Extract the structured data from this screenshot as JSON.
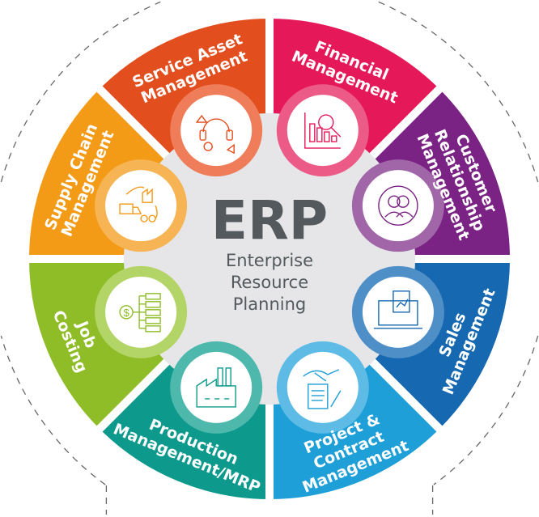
{
  "center": {
    "title": "ERP",
    "subtitle_lines": [
      "Enterprise",
      "Resource",
      "Planning"
    ],
    "background": "#e6e6e8"
  },
  "modules": [
    {
      "id": "service-asset-management",
      "lines": [
        "Service Asset",
        "Management"
      ],
      "color": "#e34e1f",
      "ring": "#ef7d5a",
      "icon": "headset-gear-icon",
      "angle": -112.5
    },
    {
      "id": "financial-management",
      "lines": [
        "Financial",
        "Management"
      ],
      "color": "#e5185a",
      "ring": "#ec5a87",
      "icon": "bar-chart-magnifier-icon",
      "angle": -67.5
    },
    {
      "id": "customer-relationship-management",
      "lines": [
        "Customer",
        "Relationship",
        "Management"
      ],
      "color": "#7b2384",
      "ring": "#a066a8",
      "icon": "users-cycle-icon",
      "angle": -22.5
    },
    {
      "id": "sales-management",
      "lines": [
        "Sales",
        "Management"
      ],
      "color": "#1668b0",
      "ring": "#4e8fc8",
      "icon": "laptop-sales-report-icon",
      "angle": 22.5
    },
    {
      "id": "project-contract-management",
      "lines": [
        "Project &",
        "Contract",
        "Management"
      ],
      "color": "#1e9fd8",
      "ring": "#5dbbe5",
      "icon": "handshake-contract-icon",
      "angle": 67.5
    },
    {
      "id": "production-management-mrp",
      "lines": [
        "Production",
        "Management/MRP"
      ],
      "color": "#0d9a8c",
      "ring": "#4fb8ad",
      "icon": "factory-icon",
      "angle": 112.5
    },
    {
      "id": "job-costing",
      "lines": [
        "Job",
        "Costing"
      ],
      "color": "#8fbd28",
      "ring": "#b3d466",
      "icon": "dollar-flowchart-icon",
      "angle": 157.5
    },
    {
      "id": "supply-chain-management",
      "lines": [
        "Supply Chain",
        "Management"
      ],
      "color": "#f39a17",
      "ring": "#f6b455",
      "icon": "truck-factory-cycle-icon",
      "angle": -157.5
    }
  ]
}
